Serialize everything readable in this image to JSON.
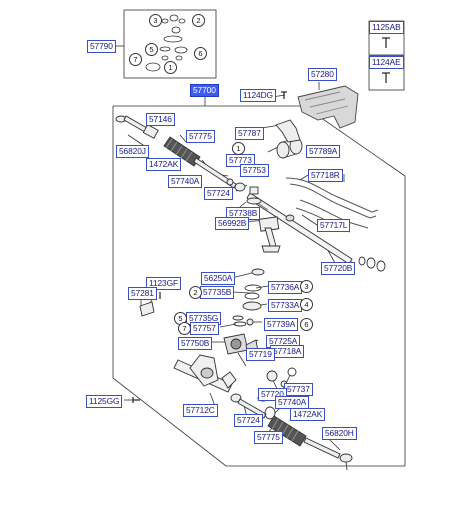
{
  "diagram": {
    "main_label": "57700",
    "labels": {
      "l57790": "57790",
      "l1125AB": "1125AB",
      "l1124AE": "1124AE",
      "l57280": "57280",
      "l1124DG": "1124DG",
      "l57146": "57146",
      "l57775a": "57775",
      "l56820J": "56820J",
      "l1472AKa": "1472AK",
      "l57740Aa": "57740A",
      "l57773": "57773",
      "l57753": "57753",
      "l57787": "57787",
      "l57789A": "57789A",
      "l57724a": "57724",
      "l57718R": "57718R",
      "l57738B": "57738B",
      "l56992B": "56992B",
      "l57717L": "57717L",
      "l57720B": "57720B",
      "l56250A": "56250A",
      "l57736A": "57736A",
      "l1123GF": "1123GF",
      "l57281": "57281",
      "l57735B": "57735B",
      "l57733A": "57733A",
      "l57735G": "57735G",
      "l57757": "57757",
      "l57739A": "57739A",
      "l57750B": "57750B",
      "l57725A": "57725A",
      "l57718A": "57718A",
      "l57719": "57719",
      "l57737": "57737",
      "l57720": "57720",
      "l1125GG": "1125GG",
      "l57740Ab": "57740A",
      "l57712C": "57712C",
      "l57724b": "57724",
      "l1472AKb": "1472AK",
      "l56820H": "56820H",
      "l57775b": "57775"
    },
    "callouts": {
      "c1": "1",
      "c2": "2",
      "c3": "3",
      "c4": "4",
      "c5": "5",
      "c6": "6",
      "c7": "7"
    }
  },
  "colors": {
    "label_border": "#3a4fc4",
    "label_text": "#1a1a8a",
    "highlight_bg": "#3f5cf0",
    "line": "#333333"
  }
}
